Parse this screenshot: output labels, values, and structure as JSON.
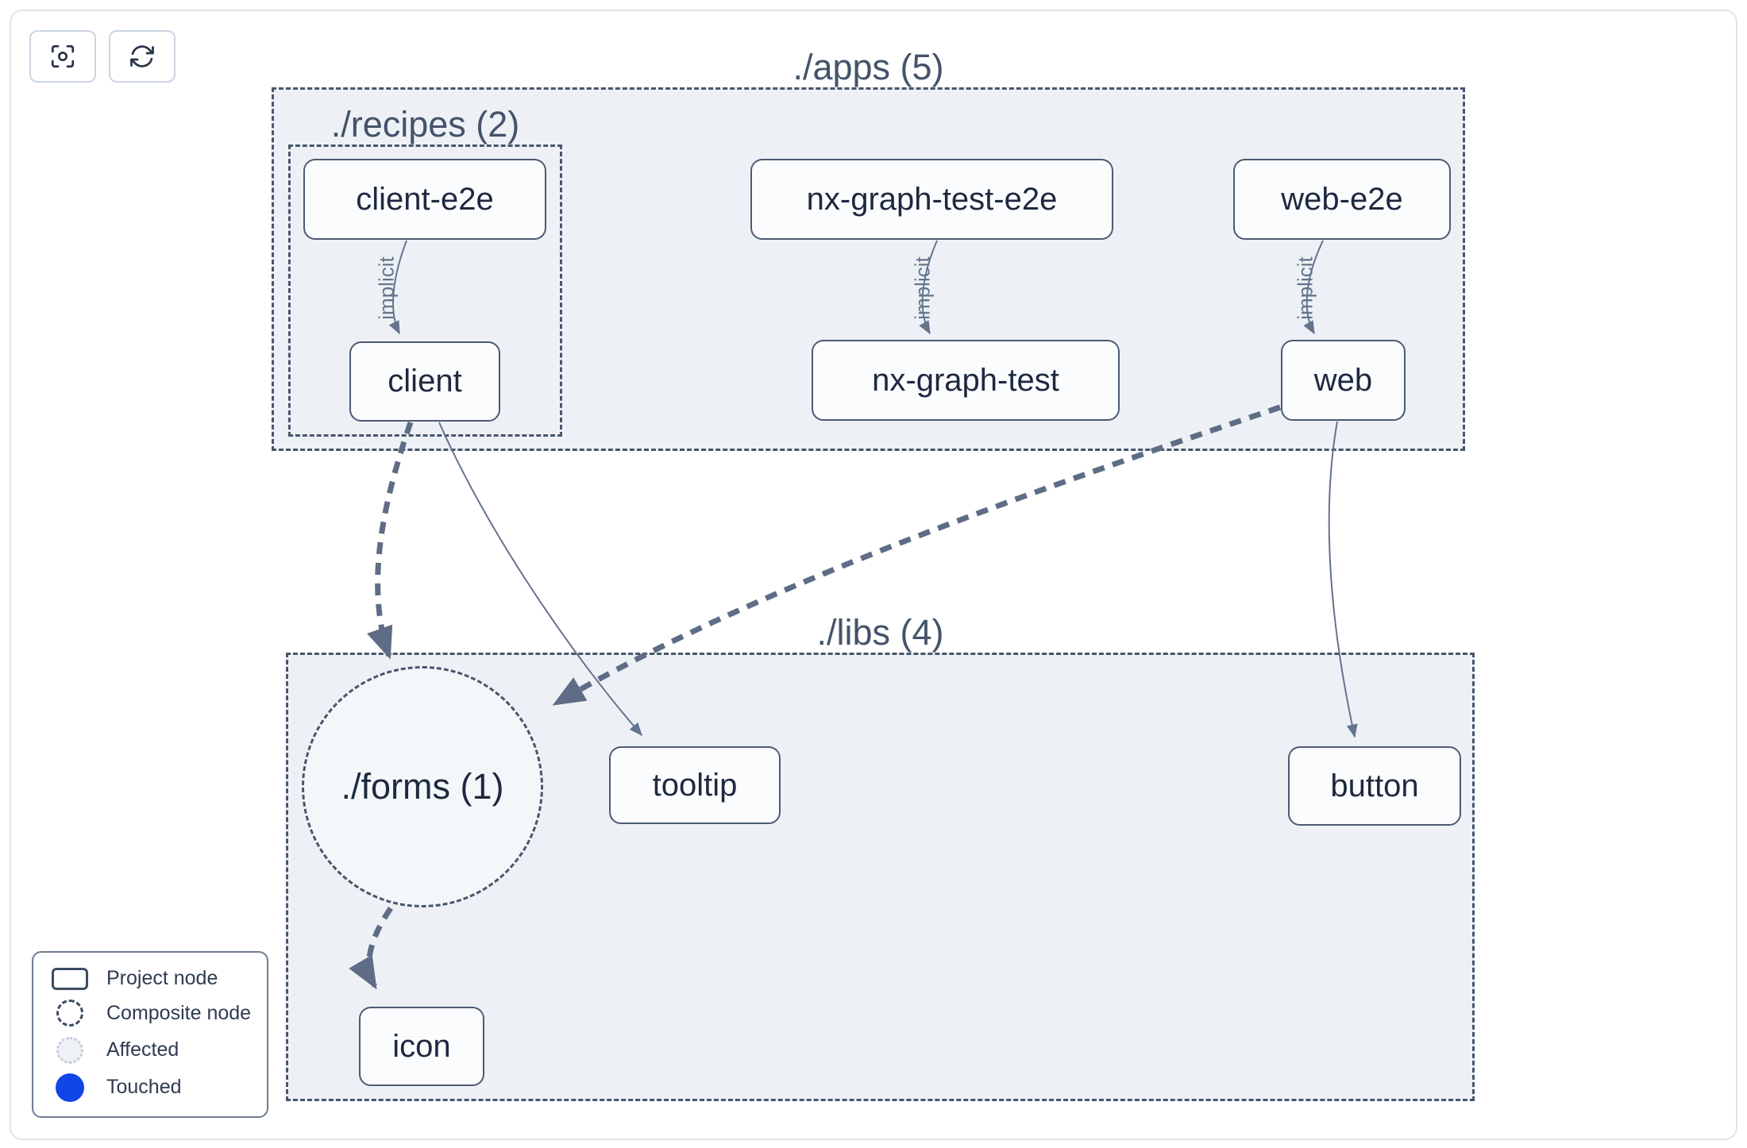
{
  "toolbar": {
    "buttons": [
      {
        "icon": "focus-icon"
      },
      {
        "icon": "refresh-icon"
      }
    ]
  },
  "graph": {
    "clusters": [
      {
        "id": "apps",
        "label": "./apps (5)"
      },
      {
        "id": "recipes",
        "label": "./recipes (2)"
      },
      {
        "id": "libs",
        "label": "./libs (4)"
      }
    ],
    "composite_nodes": [
      {
        "id": "forms",
        "label": "./forms (1)"
      }
    ],
    "nodes": [
      {
        "id": "client-e2e",
        "label": "client-e2e"
      },
      {
        "id": "nx-graph-test-e2e",
        "label": "nx-graph-test-e2e"
      },
      {
        "id": "web-e2e",
        "label": "web-e2e"
      },
      {
        "id": "client",
        "label": "client"
      },
      {
        "id": "nx-graph-test",
        "label": "nx-graph-test"
      },
      {
        "id": "web",
        "label": "web"
      },
      {
        "id": "tooltip",
        "label": "tooltip"
      },
      {
        "id": "button",
        "label": "button"
      },
      {
        "id": "icon",
        "label": "icon"
      }
    ],
    "edges": [
      {
        "from": "client-e2e",
        "to": "client",
        "label": "implicit",
        "style": "thin"
      },
      {
        "from": "nx-graph-test-e2e",
        "to": "nx-graph-test",
        "label": "implicit",
        "style": "thin"
      },
      {
        "from": "web-e2e",
        "to": "web",
        "label": "implicit",
        "style": "thin"
      },
      {
        "from": "client",
        "to": "./forms (1)",
        "label": "",
        "style": "thick-dashed"
      },
      {
        "from": "client",
        "to": "tooltip",
        "label": "",
        "style": "thin"
      },
      {
        "from": "web",
        "to": "./forms (1)",
        "label": "",
        "style": "thick-dashed"
      },
      {
        "from": "web",
        "to": "button",
        "label": "",
        "style": "thin"
      },
      {
        "from": "./forms (1)",
        "to": "icon",
        "label": "",
        "style": "thick-dashed"
      }
    ]
  },
  "legend": {
    "items": [
      {
        "icon": "project-node-icon",
        "label": "Project node"
      },
      {
        "icon": "composite-node-icon",
        "label": "Composite node"
      },
      {
        "icon": "affected-icon",
        "label": "Affected"
      },
      {
        "icon": "touched-icon",
        "label": "Touched"
      }
    ]
  },
  "colors": {
    "touched_blue": "#1145e7",
    "cluster_fill": "#edf1f6",
    "cluster_border": "#47566c",
    "node_border": "#4b5b72",
    "node_text": "#1d2940",
    "edge_thin": "#64748b",
    "edge_thick": "#5e6d85"
  }
}
